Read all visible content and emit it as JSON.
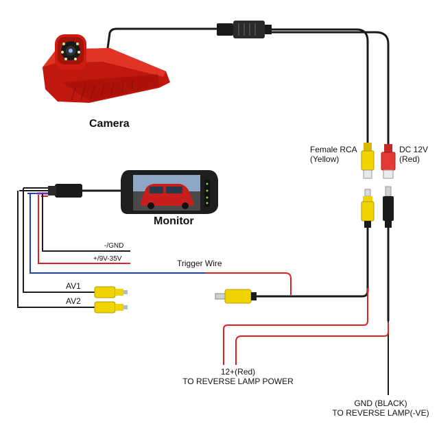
{
  "components": {
    "camera": "Camera",
    "monitor": "Monitor"
  },
  "connectors": {
    "female_rca": [
      "Female RCA",
      "(Yellow)"
    ],
    "dc_12v": [
      "DC 12V",
      "(Red)"
    ]
  },
  "wires": {
    "gnd": "-/GND",
    "power": "+/9V-35V",
    "trigger": "Trigger Wire",
    "av1": "AV1",
    "av2": "AV2"
  },
  "leads": {
    "reverse_power": [
      "12+(Red)",
      "TO REVERSE LAMP POWER"
    ],
    "reverse_ground": [
      "GND (BLACK)",
      "TO REVERSE LAMP(-VE)"
    ]
  },
  "colors": {
    "wire_black": "#1a1a1a",
    "wire_red": "#e02020",
    "wire_blue": "#1a3fc0",
    "wire_purple": "#7a2fb0",
    "rca_yellow": "#f0d400",
    "dc_red": "#e53935",
    "camera_red": "#c0180e"
  }
}
